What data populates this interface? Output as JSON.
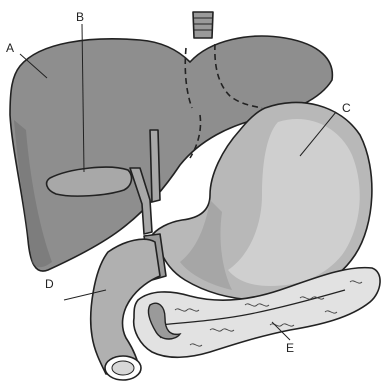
{
  "labels": {
    "A": "A",
    "B": "B",
    "C": "C",
    "D": "D",
    "E": "E"
  },
  "colors": {
    "liver": "#8e8e8e",
    "liver_shade": "#6f6f6f",
    "stomach": "#b8b8b8",
    "stomach_shade": "#9a9a9a",
    "gallbladder": "#a8a8a8",
    "duodenum": "#b0b0b0",
    "pancreas": "#e2e2e2",
    "esophagus": "#9a9a9a",
    "outline": "#222222"
  }
}
